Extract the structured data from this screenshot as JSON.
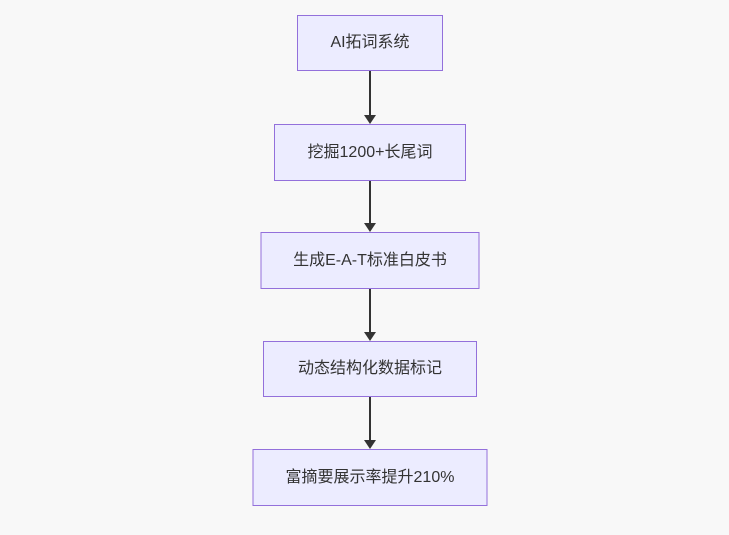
{
  "flowchart": {
    "type": "vertical-flowchart",
    "colors": {
      "background": "#f8f8f8",
      "node_fill": "#ECECFF",
      "node_border": "#9370DB",
      "text_color": "#333333",
      "arrow_color": "#333333"
    },
    "nodes": [
      {
        "label": "AI拓词系统"
      },
      {
        "label": "挖掘1200+长尾词"
      },
      {
        "label": "生成E-A-T标准白皮书"
      },
      {
        "label": "动态结构化数据标记"
      },
      {
        "label": "富摘要展示率提升210%"
      }
    ],
    "connections": [
      {
        "from": 0,
        "to": 1
      },
      {
        "from": 1,
        "to": 2
      },
      {
        "from": 2,
        "to": 3
      },
      {
        "from": 3,
        "to": 4
      }
    ]
  }
}
